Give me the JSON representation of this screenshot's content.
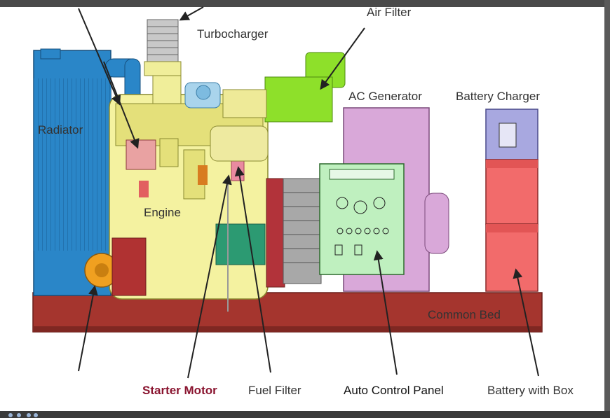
{
  "labels": {
    "radiator": "Radiator",
    "turbocharger": "Turbocharger",
    "air_filter": "Air Filter",
    "ac_generator": "AC Generator",
    "battery_charger": "Battery Charger",
    "engine": "Engine",
    "common_bed": "Common Bed",
    "starter_motor": "Starter Motor",
    "fuel_filter": "Fuel Filter",
    "auto_control_panel": "Auto Control Panel",
    "battery_with_box": "Battery with Box"
  },
  "colors": {
    "radiator": "#2a86c8",
    "engine": "#f4f2a0",
    "air_filter": "#8ee02a",
    "generator": "#d9a8d9",
    "control_panel": "#bff0bf",
    "battery_box": "#f26b6b",
    "battery_charger": "#a8a8e0",
    "common_bed": "#a5352e",
    "starter_motor_label": "#8a1530"
  }
}
